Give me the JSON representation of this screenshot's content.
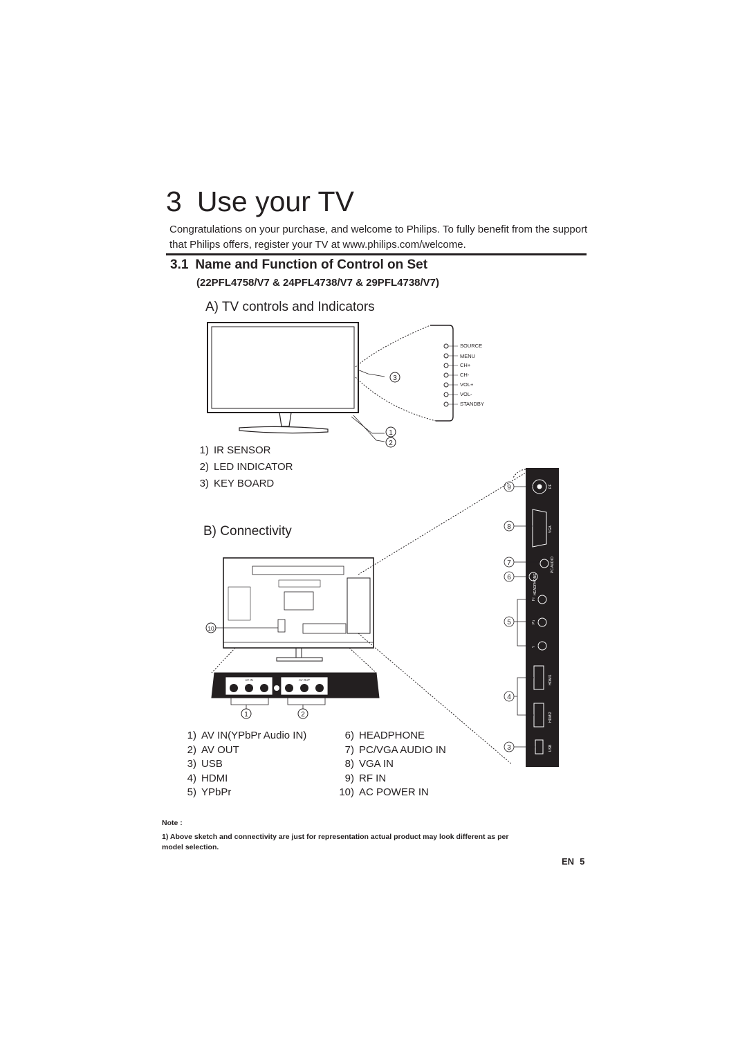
{
  "chapter": {
    "number": "3",
    "title": "Use your TV"
  },
  "intro": "Congratulations on your purchase, and welcome to Philips. To fully benefit from the support that Philips offers, register your TV at  www.philips.com/welcome.",
  "section": {
    "number": "3.1",
    "title": "Name and Function of Control on Set",
    "models": "(22PFL4758/V7 & 24PFL4738/V7 & 29PFL4738/V7)"
  },
  "part_a": {
    "heading": "A) TV controls and Indicators",
    "keyboard_labels": [
      "SOURCE",
      "MENU",
      "CH+",
      "CH-",
      "VOL+",
      "VOL-",
      "STANDBY"
    ],
    "callouts": [
      "3",
      "1",
      "2"
    ],
    "items": [
      {
        "num": "1)",
        "label": "IR SENSOR"
      },
      {
        "num": "2)",
        "label": "LED INDICATOR"
      },
      {
        "num": "3)",
        "label": "KEY BOARD"
      }
    ]
  },
  "part_b": {
    "heading": "B) Connectivity",
    "callouts": {
      "back": "10",
      "bottom_left": "1",
      "bottom_right": "2"
    },
    "side_callouts": [
      "9",
      "8",
      "7",
      "6",
      "5",
      "4",
      "3"
    ],
    "side_panel_labels": {
      "rf": "RF",
      "vga": "VGA",
      "pc_audio": "PC AUDIO",
      "headphone": "HEADPHONE",
      "pr": "Pr",
      "pb": "Pb",
      "y": "Y",
      "hdmi1": "HDMI1",
      "hdmi2": "HDMI2",
      "usb": "USB"
    },
    "bottom_panel_labels": {
      "av_in": "AV IN",
      "av_out": "AV OUT"
    },
    "items_left": [
      {
        "num": "1)",
        "label": "AV IN(YPbPr Audio IN)"
      },
      {
        "num": "2)",
        "label": "AV OUT"
      },
      {
        "num": "3)",
        "label": "USB"
      },
      {
        "num": "4)",
        "label": "HDMI"
      },
      {
        "num": "5)",
        "label": "YPbPr"
      }
    ],
    "items_right": [
      {
        "num": "6)",
        "label": "HEADPHONE"
      },
      {
        "num": "7)",
        "label": "PC/VGA AUDIO IN"
      },
      {
        "num": "8)",
        "label": "VGA IN"
      },
      {
        "num": "9)",
        "label": "RF IN"
      },
      {
        "num": "10)",
        "label": "AC POWER IN"
      }
    ]
  },
  "note": {
    "heading": "Note :",
    "text": "1) Above sketch and connectivity are just for representation actual product may look different as per model selection."
  },
  "page": {
    "lang": "EN",
    "number": "5"
  }
}
